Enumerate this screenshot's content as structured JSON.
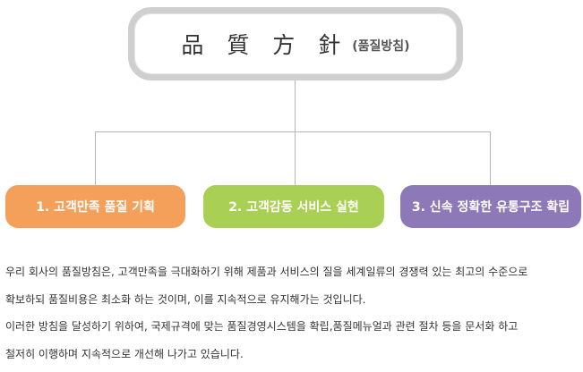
{
  "title": {
    "hanja": "品 質 方 針",
    "korean": "(품질방침)"
  },
  "policies": [
    {
      "label": "1. 고객만족 품질 기획",
      "color": "#f5a05a"
    },
    {
      "label": "2. 고객감동 서비스 실현",
      "color": "#a9cf54"
    },
    {
      "label": "3. 신속 정확한 유통구조 확립",
      "color": "#8d79b8"
    }
  ],
  "description": [
    "우리 회사의 품질방침은, 고객만족을 극대화하기 위해 제품과 서비스의 질을 세계일류의 경쟁력 있는 최고의 수준으로",
    "확보하되 품질비용은 최소화 하는 것이며, 이를 지속적으로 유지해가는 것입니다.",
    "이러한 방침을 달성하기 위하여, 국제규격에 맞는 품질경영시스템을 확립,품질메뉴얼과 관련 절차 등을 문서화 하고",
    "철저히 이행하며 지속적으로 개선해 나가고 있습니다."
  ]
}
